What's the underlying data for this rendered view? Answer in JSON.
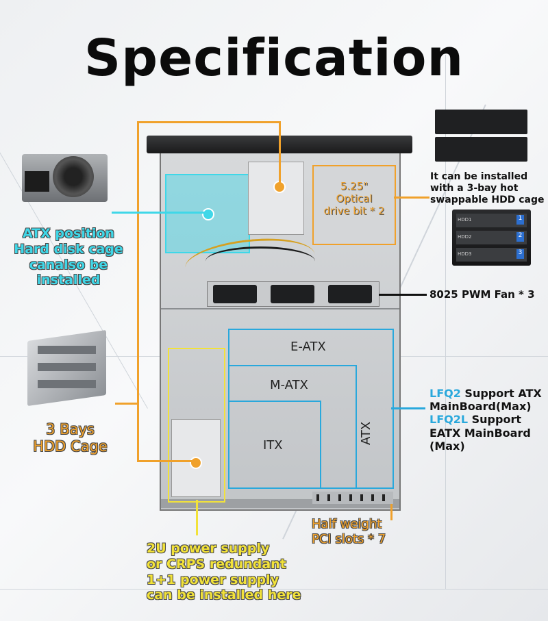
{
  "page": {
    "title": "Specification"
  },
  "callouts": {
    "atx_position": [
      "ATX position",
      "Hard disk cage",
      "canalso be",
      "installed"
    ],
    "hdd_cage": [
      "3 Bays",
      "HDD Cage"
    ],
    "psu": [
      "2U power supply",
      "or CRPS redundant",
      "1+1 power supply",
      "can be installed here"
    ],
    "pci_slots": [
      "Half weight",
      "PCI slots * 7"
    ],
    "hot_swap": [
      "It can be installed",
      "with a 3-bay hot",
      "swappable HDD cage"
    ],
    "fan": "8025 PWM Fan * 3",
    "optical": [
      "5.25\"",
      "Optical",
      "drive bit * 2"
    ],
    "support": {
      "lfq2_model": "LFQ2",
      "lfq2_text": " Support ATX",
      "lfq2_line2": "MainBoard(Max)",
      "lfq2l_model": "LFQ2L",
      "lfq2l_text": " Support",
      "lfq2l_line2": "EATX MainBoard",
      "lfq2l_line3": "(Max)"
    }
  },
  "board_zones": {
    "eatx": "E-ATX",
    "matx": "M-ATX",
    "itx": "ITX",
    "atx": "ATX"
  },
  "hdd_bays": [
    "HDD1",
    "HDD2",
    "HDD3"
  ],
  "hdd_bay_numbers": [
    "1",
    "2",
    "3"
  ],
  "colors": {
    "orange": "#f0a12b",
    "cyan": "#3fd7e8",
    "blue": "#29a8dc",
    "yellow": "#f2e23a"
  }
}
